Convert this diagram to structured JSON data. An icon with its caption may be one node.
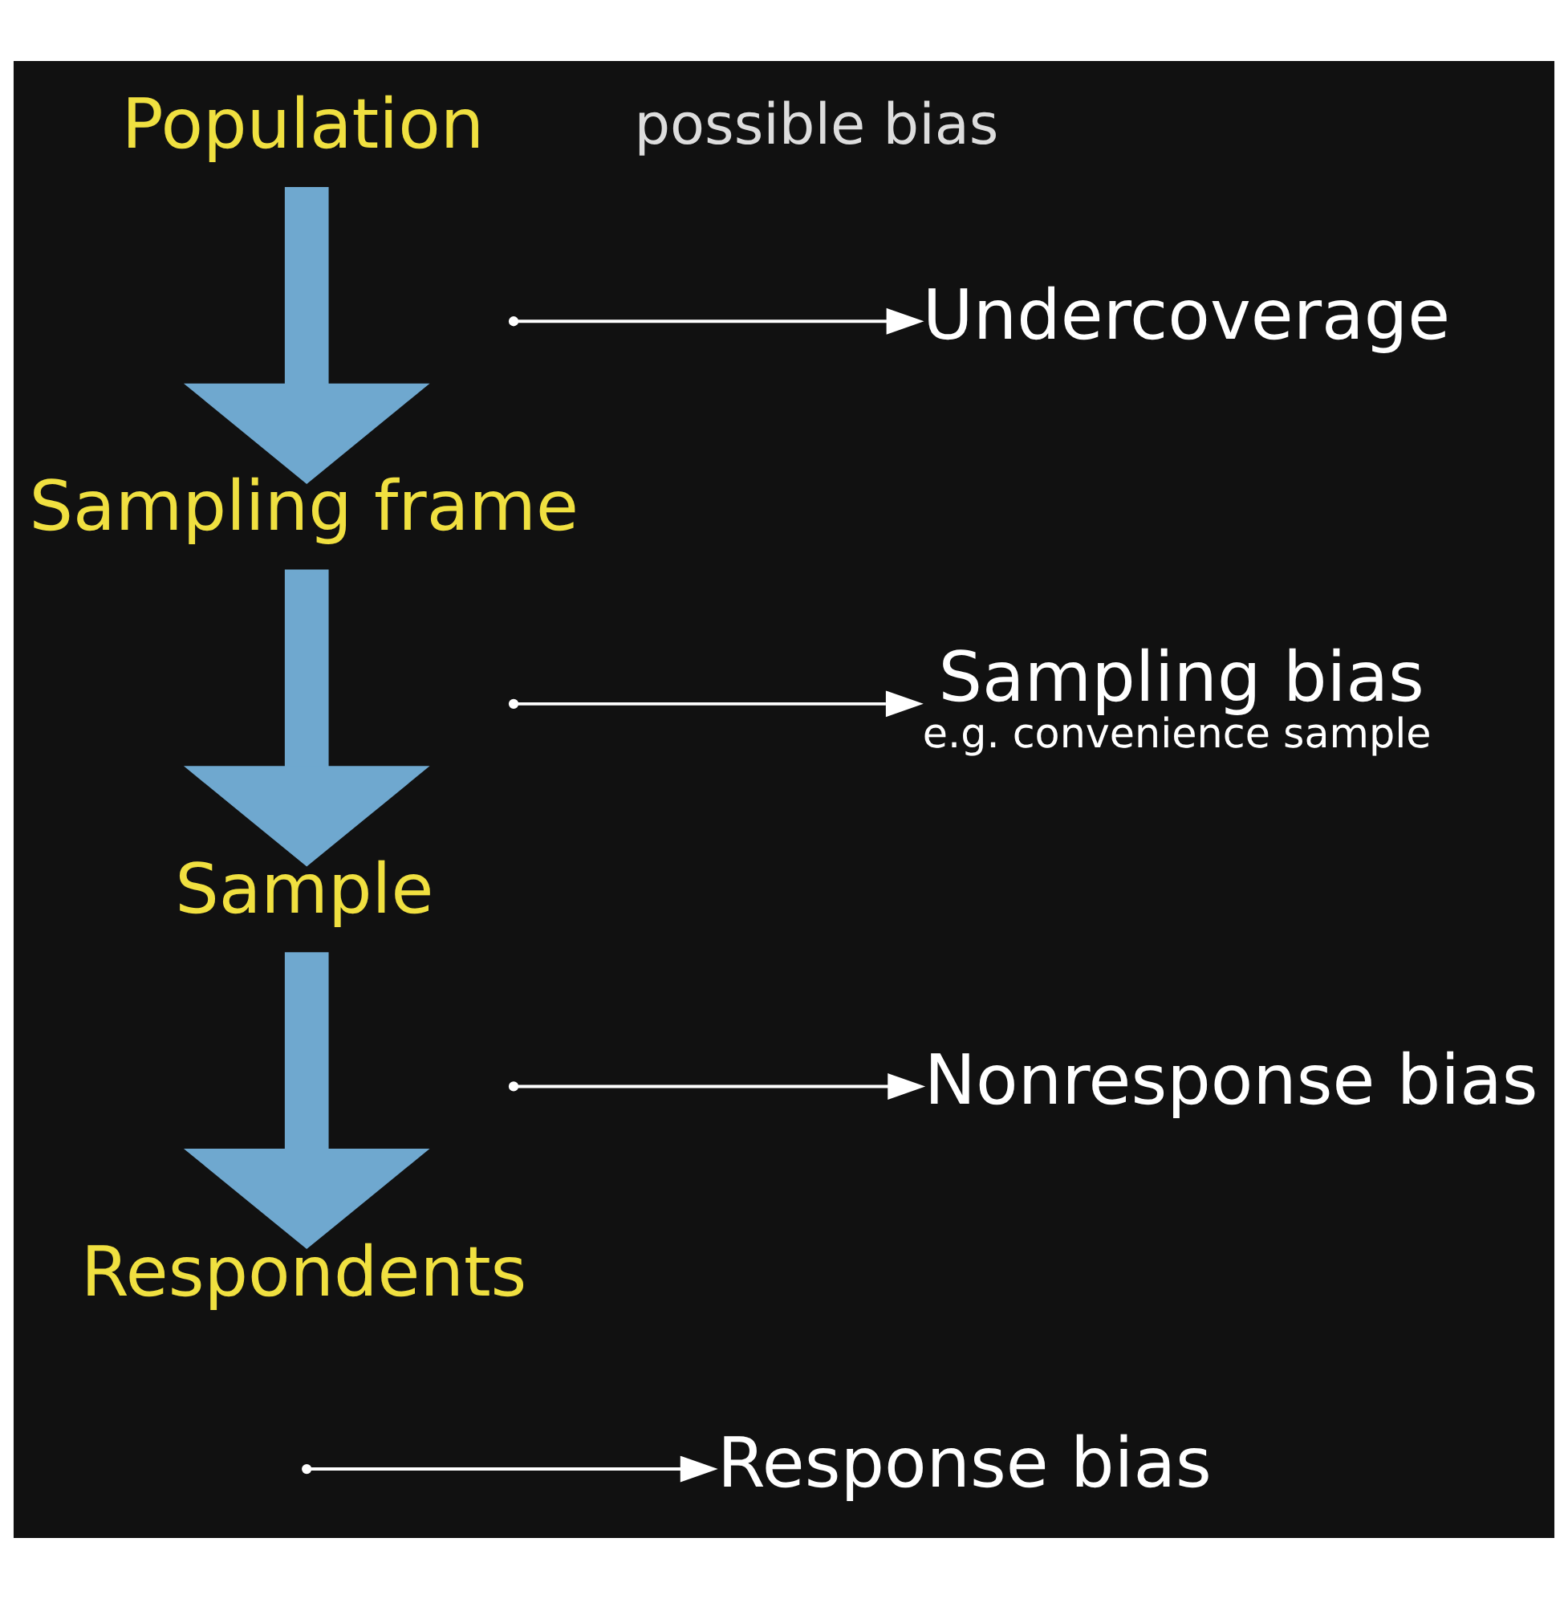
{
  "diagram": {
    "nodes": [
      {
        "text": [
          "Population"
        ]
      },
      {
        "text": [
          "Sampling frame"
        ]
      },
      {
        "text": [
          "Sample"
        ]
      },
      {
        "text": [
          "Respondents"
        ]
      },
      {
        "text": [
          "Undercoverage"
        ]
      },
      {
        "text": [
          "Sampling bias"
        ],
        "beside": [
          "e.g. convenience sample"
        ]
      },
      {
        "text": [
          "Nonresponse bias"
        ]
      },
      {
        "text": [
          "Response bias"
        ]
      }
    ],
    "edges": [
      {
        "from": 0,
        "to": 1,
        "arrow": "to",
        "style": "thick",
        "color": "#6fa8cf"
      },
      {
        "from": 1,
        "to": 2,
        "arrow": "to",
        "style": "thick",
        "color": "#6fa8cf"
      },
      {
        "from": 2,
        "to": 3,
        "arrow": "to",
        "style": "thick",
        "color": "#6fa8cf"
      },
      {
        "from": null,
        "to": 4,
        "arrow": "to"
      },
      {
        "from": null,
        "to": 5,
        "arrow": "to"
      },
      {
        "from": null,
        "to": 6,
        "arrow": "to"
      },
      {
        "from": null,
        "to": 7,
        "arrow": "to"
      }
    ],
    "labels": [
      "possible bias"
    ]
  }
}
